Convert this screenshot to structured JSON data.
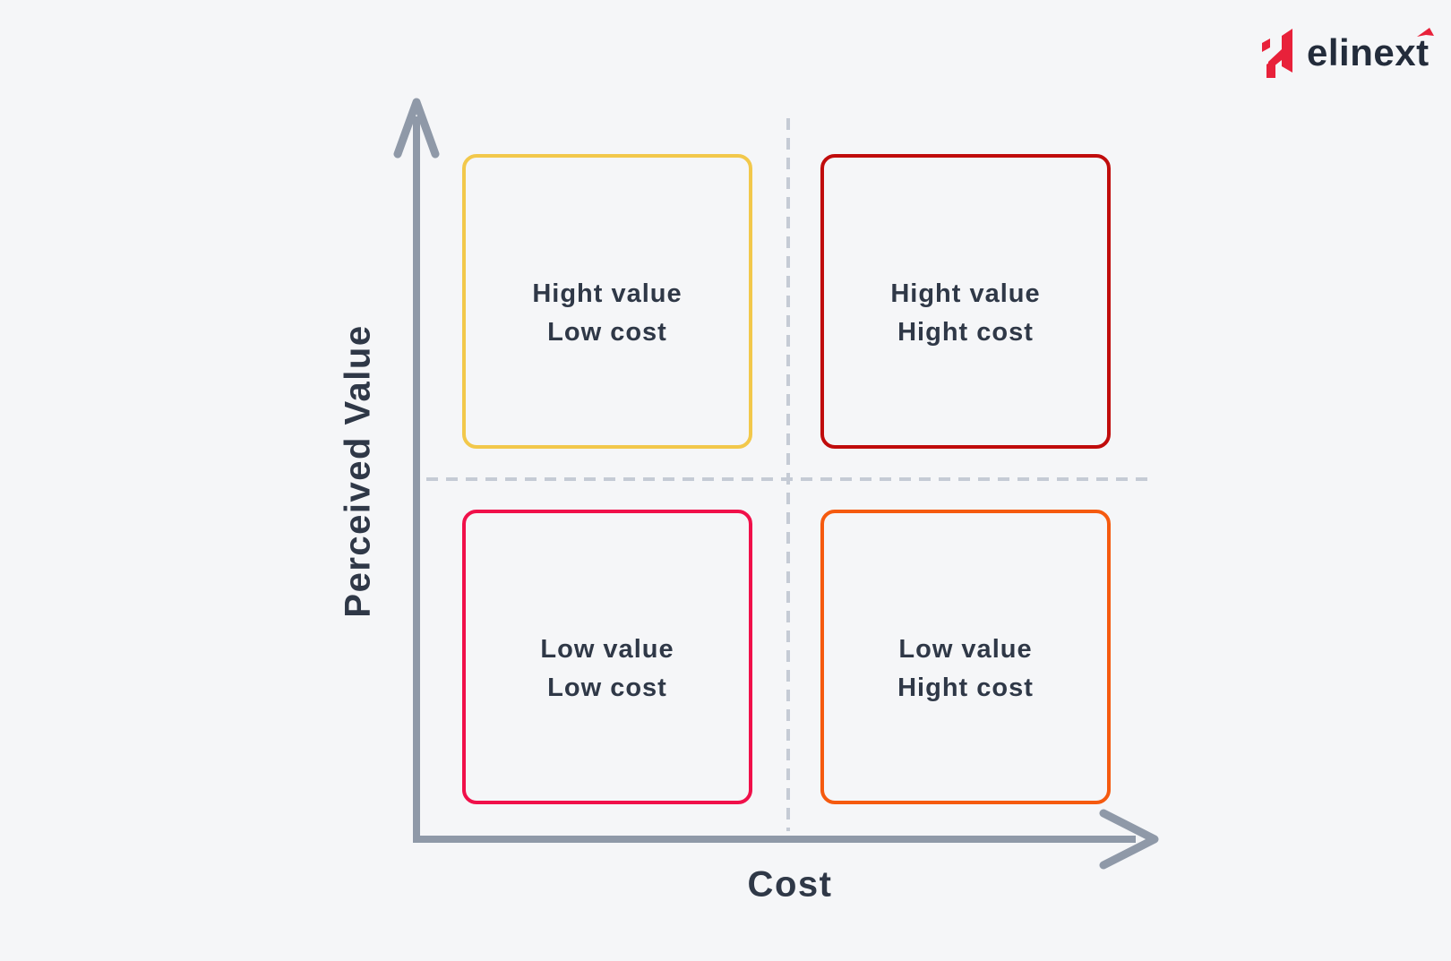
{
  "logo": {
    "text": "elinext",
    "icon_color": "#e8213a",
    "text_color": "#232c3b",
    "accent_color": "#e8213a"
  },
  "axes": {
    "y_label": "Perceived Value",
    "x_label": "Cost",
    "axis_color": "#8f99a8",
    "dash_color": "#c5cbd5"
  },
  "quadrants": [
    {
      "id": "high-value-low-cost",
      "line1": "Hight value",
      "line2": "Low cost",
      "border_color": "#f2c84b"
    },
    {
      "id": "high-value-high-cost",
      "line1": "Hight value",
      "line2": "Hight cost",
      "border_color": "#c00c0c"
    },
    {
      "id": "low-value-low-cost",
      "line1": "Low value",
      "line2": "Low cost",
      "border_color": "#f0104a"
    },
    {
      "id": "low-value-high-cost",
      "line1": "Low value",
      "line2": "Hight cost",
      "border_color": "#f55a0f"
    }
  ],
  "colors": {
    "background": "#f5f6f8",
    "label_text": "#2f3847"
  }
}
